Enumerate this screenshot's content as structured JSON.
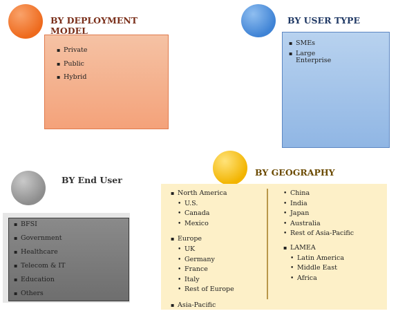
{
  "deployment": {
    "title": "BY DEPLOYMENT MODEL",
    "items": [
      "Private",
      "Public",
      "Hybrid"
    ],
    "circle_color": "#ee6a1d",
    "box_color": "#f4a27a"
  },
  "user_type": {
    "title": "BY USER TYPE",
    "items": [
      "SMEs",
      "Large Enterprise"
    ],
    "circle_color": "#3f83d5",
    "box_color": "#90b6e4"
  },
  "end_user": {
    "title": "BY End User",
    "items": [
      "BFSI",
      "Government",
      "Healthcare",
      "Telecom & IT",
      "Education",
      "Others"
    ],
    "circle_color": "#8d8d8d",
    "box_color": "#6e6e6e"
  },
  "geography": {
    "title": "BY GEOGRAPHY",
    "circle_color": "#f2b400",
    "box_color": "#fdf0c8",
    "regions": [
      {
        "name": "North America",
        "countries": [
          "U.S.",
          "Canada",
          "Mexico"
        ]
      },
      {
        "name": "Europe",
        "countries": [
          "UK",
          "Germany",
          "France",
          "Italy",
          "Rest of Europe"
        ]
      },
      {
        "name": "Asia-Pacific",
        "countries": [
          "China",
          "India",
          "Japan",
          "Australia",
          "Rest of Asia-Pacific"
        ]
      },
      {
        "name": "LAMEA",
        "countries": [
          "Latin America",
          "Middle East",
          "Africa"
        ]
      }
    ]
  }
}
